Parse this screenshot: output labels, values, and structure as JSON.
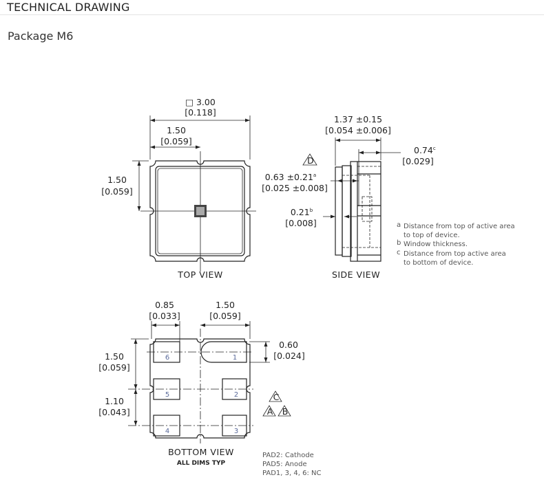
{
  "header": {
    "title": "TECHNICAL DRAWING",
    "subtitle": "Package M6"
  },
  "top_view": {
    "label": "TOP VIEW",
    "width_dim": "□ 3.00",
    "width_dim_in": "[0.118]",
    "half_dim": "1.50",
    "half_dim_in": "[0.059]",
    "height_dim": "1.50",
    "height_dim_in": "[0.059]"
  },
  "side_view": {
    "label": "SIDE VIEW",
    "thickness_dim": "1.37 ±0.15",
    "thickness_dim_in": "[0.054 ±0.006]",
    "dim_c": "0.74",
    "dim_c_sup": "c",
    "dim_c_in": "[0.029]",
    "dim_a": "0.63 ±0.21",
    "dim_a_sup": "a",
    "dim_a_in": "[0.025 ±0.008]",
    "dim_b": "0.21",
    "dim_b_sup": "b",
    "dim_b_in": "[0.008]",
    "marker": "D",
    "footnotes": [
      {
        "mark": "a",
        "line1": "Distance from top of active area",
        "line2": "to top of device."
      },
      {
        "mark": "b",
        "line1": "Window thickness.",
        "line2": ""
      },
      {
        "mark": "c",
        "line1": "Distance from top active area",
        "line2": "to bottom of device."
      }
    ]
  },
  "bottom_view": {
    "label": "BOTTOM VIEW",
    "sublabel": "ALL DIMS TYP",
    "pad_width": "0.85",
    "pad_width_in": "[0.033]",
    "half_width": "1.50",
    "half_width_in": "[0.059]",
    "pad_height": "0.60",
    "pad_height_in": "[0.024]",
    "half_height": "1.50",
    "half_height_in": "[0.059]",
    "pitch": "1.10",
    "pitch_in": "[0.043]",
    "pads": [
      "1",
      "2",
      "3",
      "4",
      "5",
      "6"
    ],
    "markers": [
      "C",
      "A",
      "B"
    ],
    "pad_notes": [
      "PAD2: Cathode",
      "PAD5: Anode",
      "PAD1, 3, 4, 6: NC"
    ]
  }
}
